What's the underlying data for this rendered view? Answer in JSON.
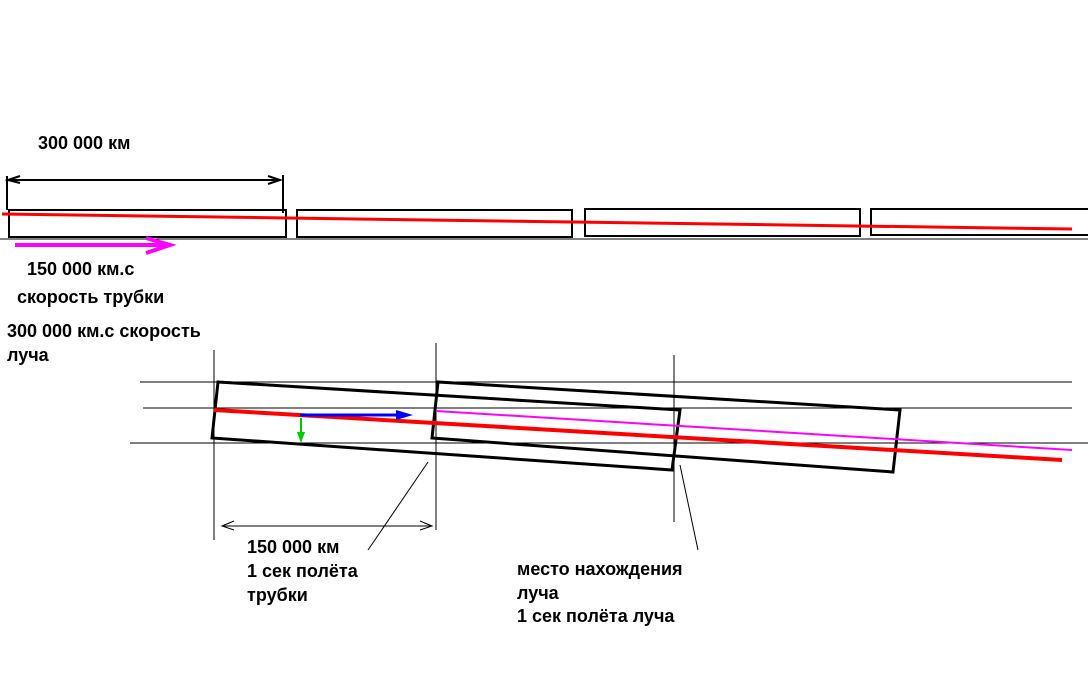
{
  "top": {
    "length_label": "300 000 км",
    "tube_speed_value": "150 000 км.с",
    "tube_speed_caption": "скорость трубки",
    "beam_speed_line1": "300 000 км.с скорость",
    "beam_speed_line2": "луча"
  },
  "bottom": {
    "tube_label_line1": "150 000 км",
    "tube_label_line2": "1 сек полёта",
    "tube_label_line3": "трубки",
    "beam_label_line1": "место нахождения",
    "beam_label_line2": "луча",
    "beam_label_line3": "1 сек полёта луча"
  },
  "colors": {
    "beam": "#ff0000",
    "tube_motion": "#ff00ff",
    "blue_vector": "#0000ff",
    "green_vector": "#00cc00",
    "outline": "#000000"
  }
}
